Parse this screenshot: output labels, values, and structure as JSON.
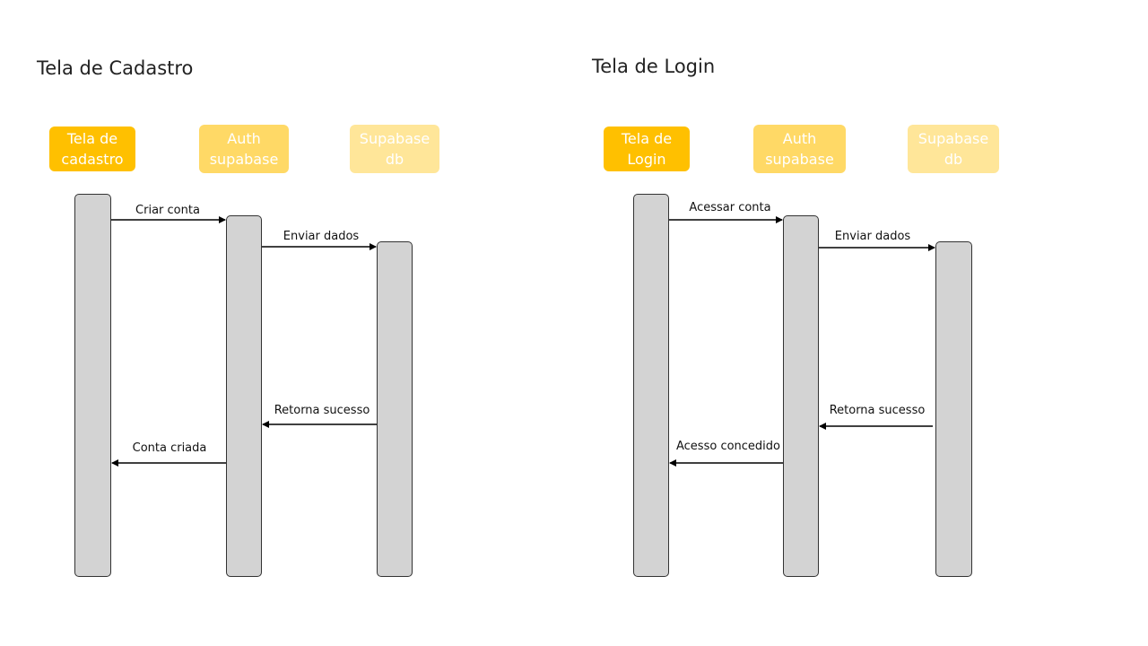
{
  "colors": {
    "box_1": "#FFC000",
    "box_2": "#FFD966",
    "box_3": "#FFE699",
    "lifeline_fill": "#D3D3D3",
    "line": "#000000"
  },
  "diagrams": [
    {
      "title": "Tela de Cadastro",
      "participants": [
        {
          "line1": "Tela de",
          "line2": "cadastro"
        },
        {
          "line1": "Auth",
          "line2": "supabase"
        },
        {
          "line1": "Supabase",
          "line2": "db"
        }
      ],
      "messages": [
        {
          "label": "Criar conta",
          "from": 0,
          "to": 1
        },
        {
          "label": "Enviar dados",
          "from": 1,
          "to": 2
        },
        {
          "label": "Retorna sucesso",
          "from": 2,
          "to": 1
        },
        {
          "label": "Conta criada",
          "from": 1,
          "to": 0
        }
      ]
    },
    {
      "title": "Tela de Login",
      "participants": [
        {
          "line1": "Tela de",
          "line2": "Login"
        },
        {
          "line1": "Auth",
          "line2": "supabase"
        },
        {
          "line1": "Supabase",
          "line2": "db"
        }
      ],
      "messages": [
        {
          "label": "Acessar conta",
          "from": 0,
          "to": 1
        },
        {
          "label": "Enviar dados",
          "from": 1,
          "to": 2
        },
        {
          "label": "Retorna sucesso",
          "from": 2,
          "to": 1
        },
        {
          "label": "Acesso concedido",
          "from": 1,
          "to": 0
        }
      ]
    }
  ]
}
